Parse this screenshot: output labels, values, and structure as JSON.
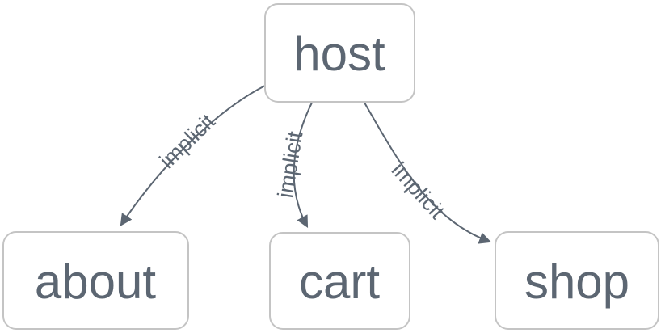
{
  "diagram": {
    "type": "graph",
    "colors": {
      "node_border": "#c4c4c4",
      "node_fill": "#ffffff",
      "text": "#5c6672",
      "edge": "#5c6672"
    },
    "nodes": [
      {
        "id": "host",
        "label": "host"
      },
      {
        "id": "about",
        "label": "about"
      },
      {
        "id": "cart",
        "label": "cart"
      },
      {
        "id": "shop",
        "label": "shop"
      }
    ],
    "edges": [
      {
        "from": "host",
        "to": "about",
        "label": "implicit"
      },
      {
        "from": "host",
        "to": "cart",
        "label": "implicit"
      },
      {
        "from": "host",
        "to": "shop",
        "label": "implicit"
      }
    ]
  }
}
